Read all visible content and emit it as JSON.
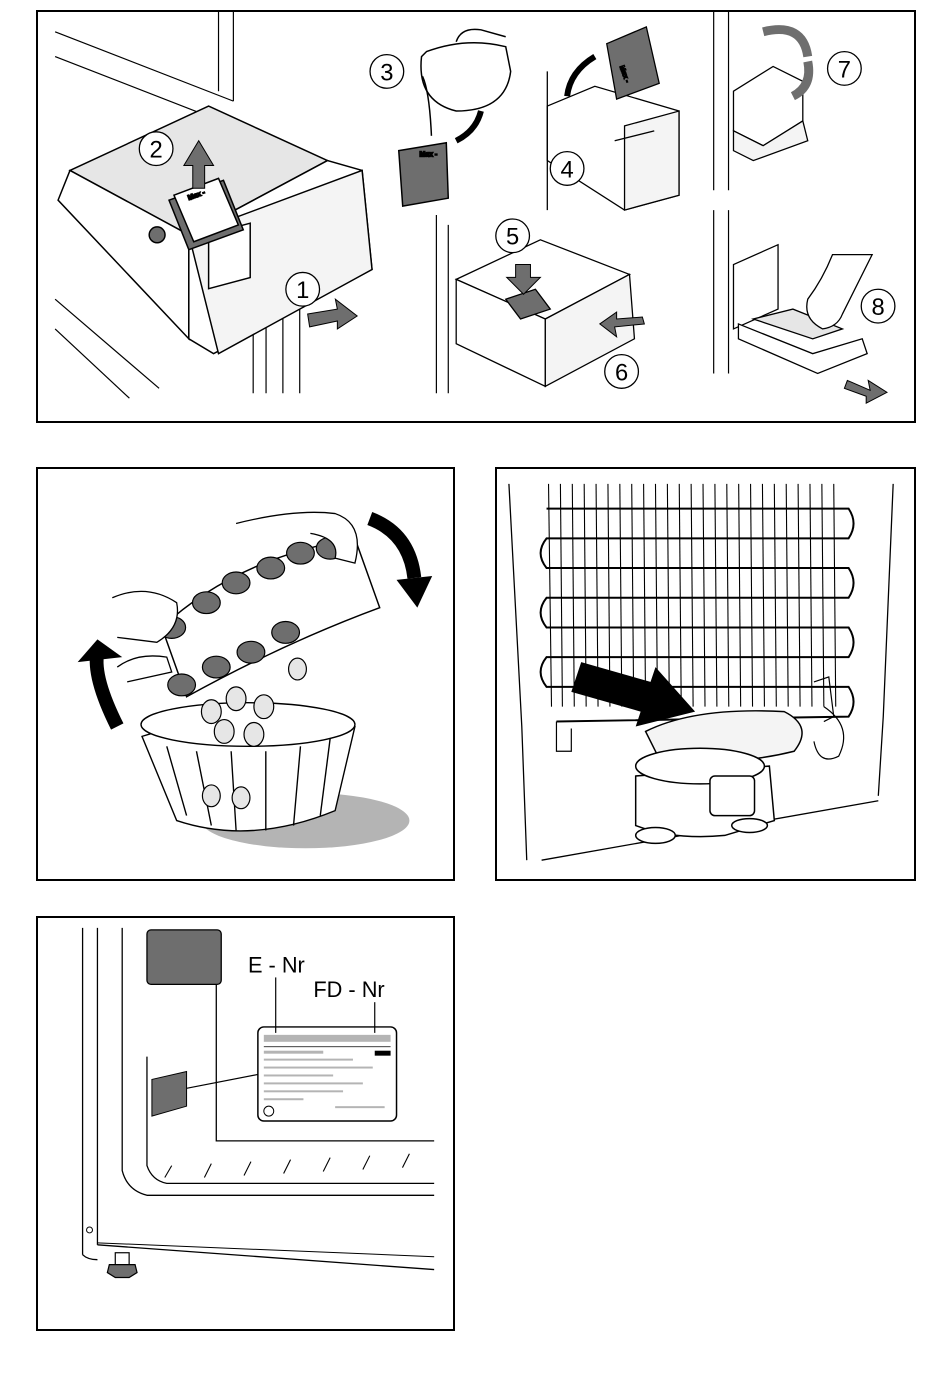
{
  "top_panel": {
    "steps": [
      "1",
      "2",
      "3",
      "4",
      "5",
      "6",
      "7",
      "8"
    ],
    "max_label": "Max -"
  },
  "ice_cube_panel": {},
  "condenser_panel": {},
  "rating_plate_panel": {
    "e_nr_label": "E - Nr",
    "fd_nr_label": "FD - Nr"
  },
  "colors": {
    "line": "#000000",
    "fill_dark": "#6e6e6e",
    "fill_mid": "#b4b4b4",
    "fill_light": "#e6e6e6",
    "background": "#ffffff"
  },
  "icons": [
    "arrow-icon",
    "curved-arrow-icon",
    "hand-icon",
    "water-jug-icon",
    "ice-tray-icon",
    "egg-ice-cube-icon",
    "bowl-icon",
    "compressor-icon",
    "rating-plate-icon",
    "adjustable-foot-icon"
  ]
}
